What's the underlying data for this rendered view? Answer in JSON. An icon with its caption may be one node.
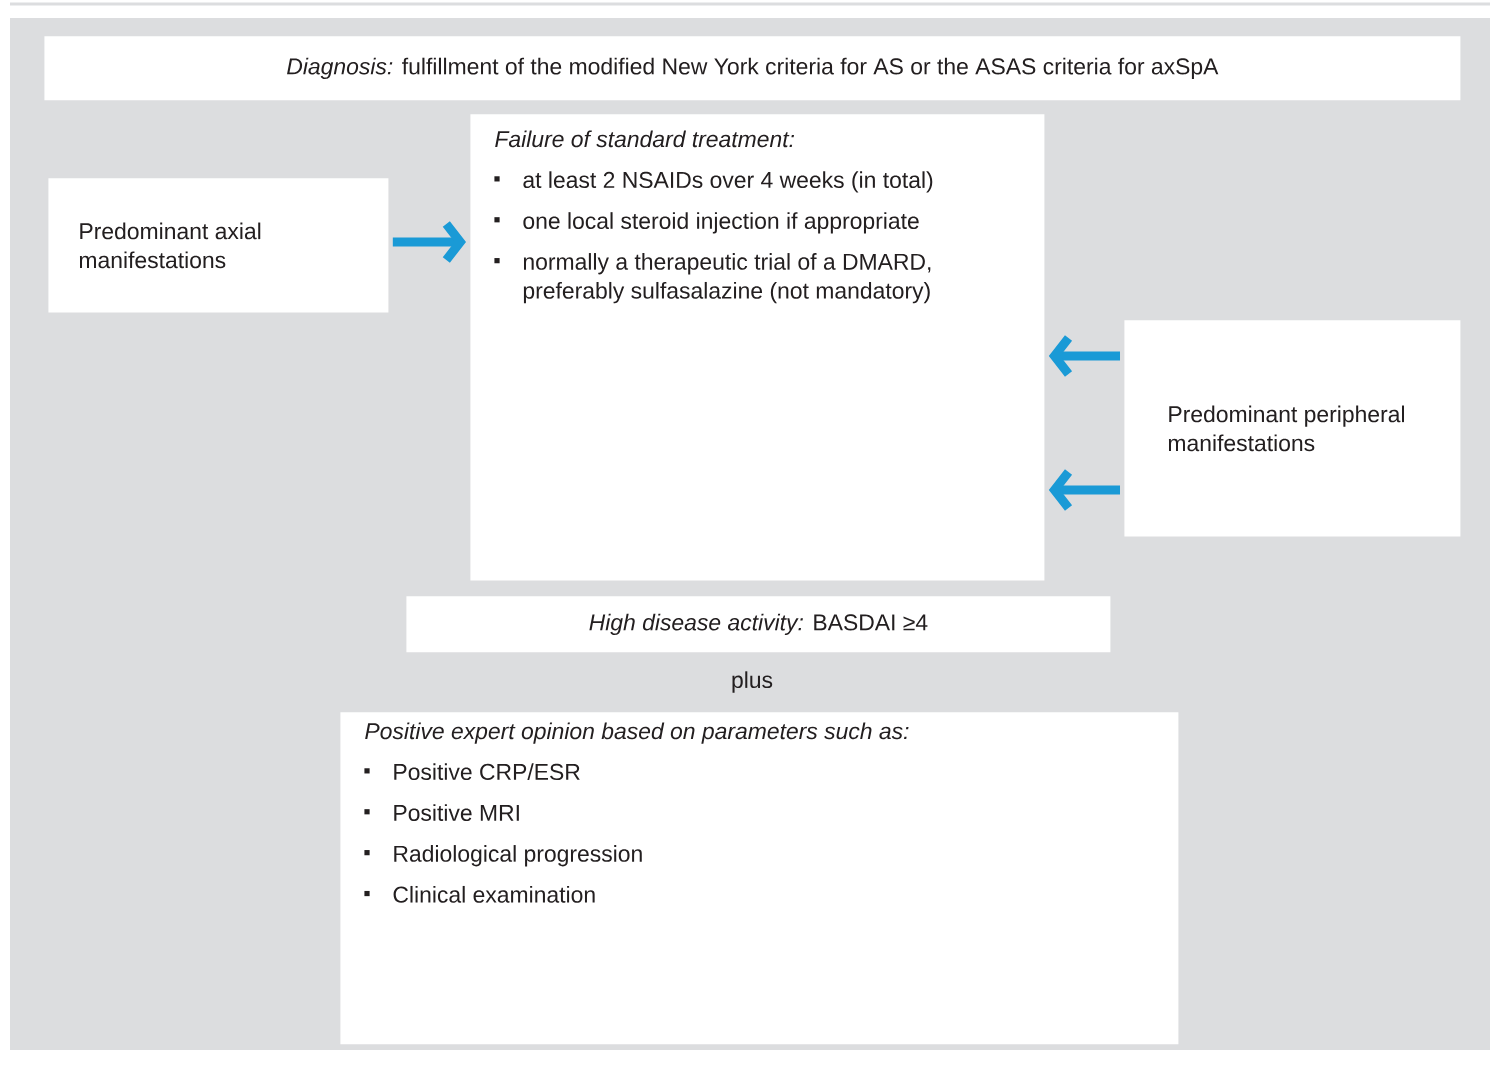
{
  "diagram": {
    "nodes": [
      {
        "text": [
          "*Diagnosis:* fulfillment of the modified New York criteria for AS or the ASAS criteria for axSpA"
        ]
      },
      {
        "text": [
          "Failure of standard treatment:",
          "at least 2 NSAIDs over 4 weeks (in total)",
          "one local steroid injection if appropriate",
          "normally a therapeutic trial of a DMARD, preferably sulfasalazine (not mandatory)"
        ]
      },
      {
        "text": [
          "Predominant axial manifestations"
        ]
      },
      {
        "text": [
          "Predominant peripheral manifestations"
        ]
      },
      {
        "text": [
          "*High disease activity:* BASDAI ≥4"
        ]
      },
      {
        "text": [
          "Positive expert opinion based on parameters such as:",
          "Positive CRP/ESR",
          "Positive MRI",
          "Radiological progression",
          "Clinical examination"
        ]
      }
    ],
    "edges": [
      {
        "from": 2,
        "to": 1,
        "arrow": "to"
      },
      {
        "from": 3,
        "to": 1,
        "arrow": "to"
      },
      {
        "from": 3,
        "to": 1,
        "arrow": "to"
      }
    ],
    "labels": [
      "plus"
    ]
  }
}
